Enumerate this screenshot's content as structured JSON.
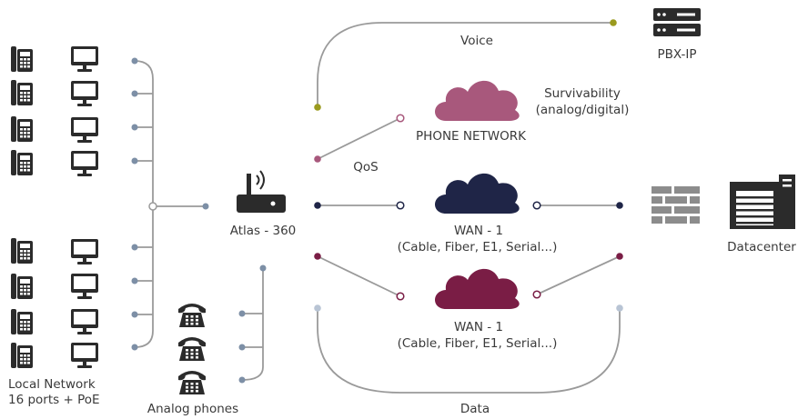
{
  "labels": {
    "voice": "Voice",
    "pbx": "PBX-IP",
    "survivability_line1": "Survivability",
    "survivability_line2": "(analog/digital)",
    "phone_network": "PHONE NETWORK",
    "qos": "QoS",
    "router": "Atlas - 360",
    "wan1_title": "WAN - 1",
    "wan1_sub": "(Cable, Fiber, E1, Serial...)",
    "wan2_title": "WAN - 1",
    "wan2_sub": "(Cable, Fiber, E1, Serial...)",
    "datacenter": "Datacenter",
    "local_network_line1": "Local Network",
    "local_network_line2": "16 ports + PoE",
    "analog_phones": "Analog phones",
    "data": "Data"
  },
  "colors": {
    "line": "#9a9a9a",
    "icon_dark": "#2b2b2b",
    "endpoint_blue": "#7d8fa6",
    "voice_olive": "#9a9a1e",
    "phone_net_cloud": "#a8587c",
    "wan1_cloud": "#1f2547",
    "wan2_cloud": "#7a1d45",
    "data_light": "#b8c4d4",
    "brick": "#8c8c8c"
  },
  "icons": {
    "local_devices": [
      "ip-phone-icon",
      "monitor-icon"
    ],
    "analog": "analog-phone-icon",
    "router": "router-icon",
    "server": "server-icon",
    "firewall": "firewall-icon",
    "datacenter": "datacenter-icon",
    "cloud": "cloud-icon"
  }
}
